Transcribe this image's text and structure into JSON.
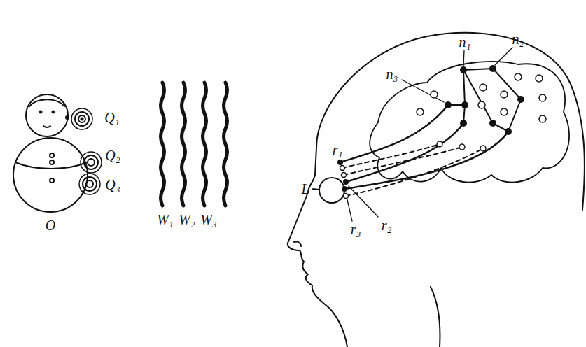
{
  "diagram": {
    "labels": [
      "Q₁",
      "Q₂",
      "Q₃",
      "O",
      "W₁",
      "W₂",
      "W₃",
      "L",
      "r₁",
      "r₂",
      "r₃",
      "n₁",
      "n₂",
      "n₃"
    ]
  }
}
